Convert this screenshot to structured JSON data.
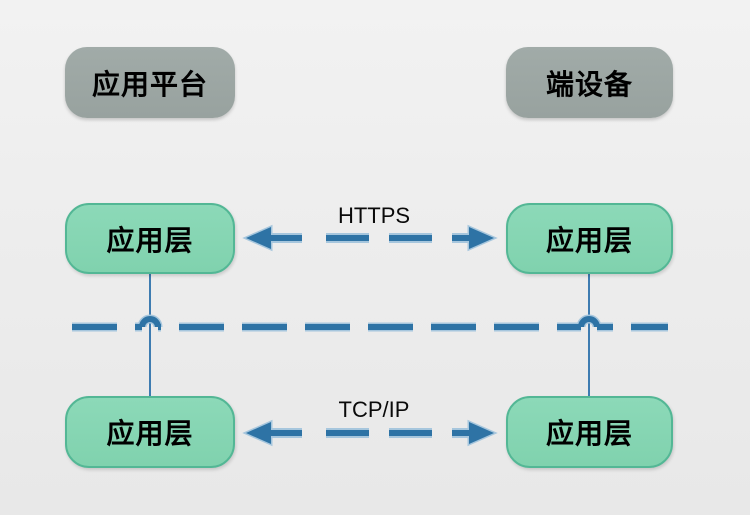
{
  "diagram": {
    "nodes": {
      "platform_header": "应用平台",
      "device_header": "端设备",
      "platform_app_top": "应用层",
      "platform_app_bottom": "应用层",
      "device_app_top": "应用层",
      "device_app_bottom": "应用层"
    },
    "links": {
      "https": "HTTPS",
      "tcpip": "TCP/IP"
    },
    "connections": [
      {
        "id": "https",
        "type": "dashed-double-arrow",
        "from": "platform_app_top",
        "to": "device_app_top",
        "label": "HTTPS"
      },
      {
        "id": "tcpip",
        "type": "dashed-double-arrow",
        "from": "platform_app_bottom",
        "to": "device_app_bottom",
        "label": "TCP/IP"
      },
      {
        "id": "boundary",
        "type": "dashed-line-with-jumps",
        "label": ""
      },
      {
        "id": "platform-vertical",
        "type": "solid-line",
        "from": "platform_app_top",
        "to": "platform_app_bottom",
        "label": ""
      },
      {
        "id": "device-vertical",
        "type": "solid-line",
        "from": "device_app_top",
        "to": "device_app_bottom",
        "label": ""
      }
    ],
    "colors": {
      "background": "#EDEDED",
      "header_node_fill": "#9BA5A2",
      "layer_node_fill": "#86D7B4",
      "layer_node_border": "#53B795",
      "connector_blue": "#2E73A5",
      "connector_halo": "#A6C6DD",
      "vertical_line_blue": "#3E7CB1",
      "text": "#000000"
    }
  }
}
